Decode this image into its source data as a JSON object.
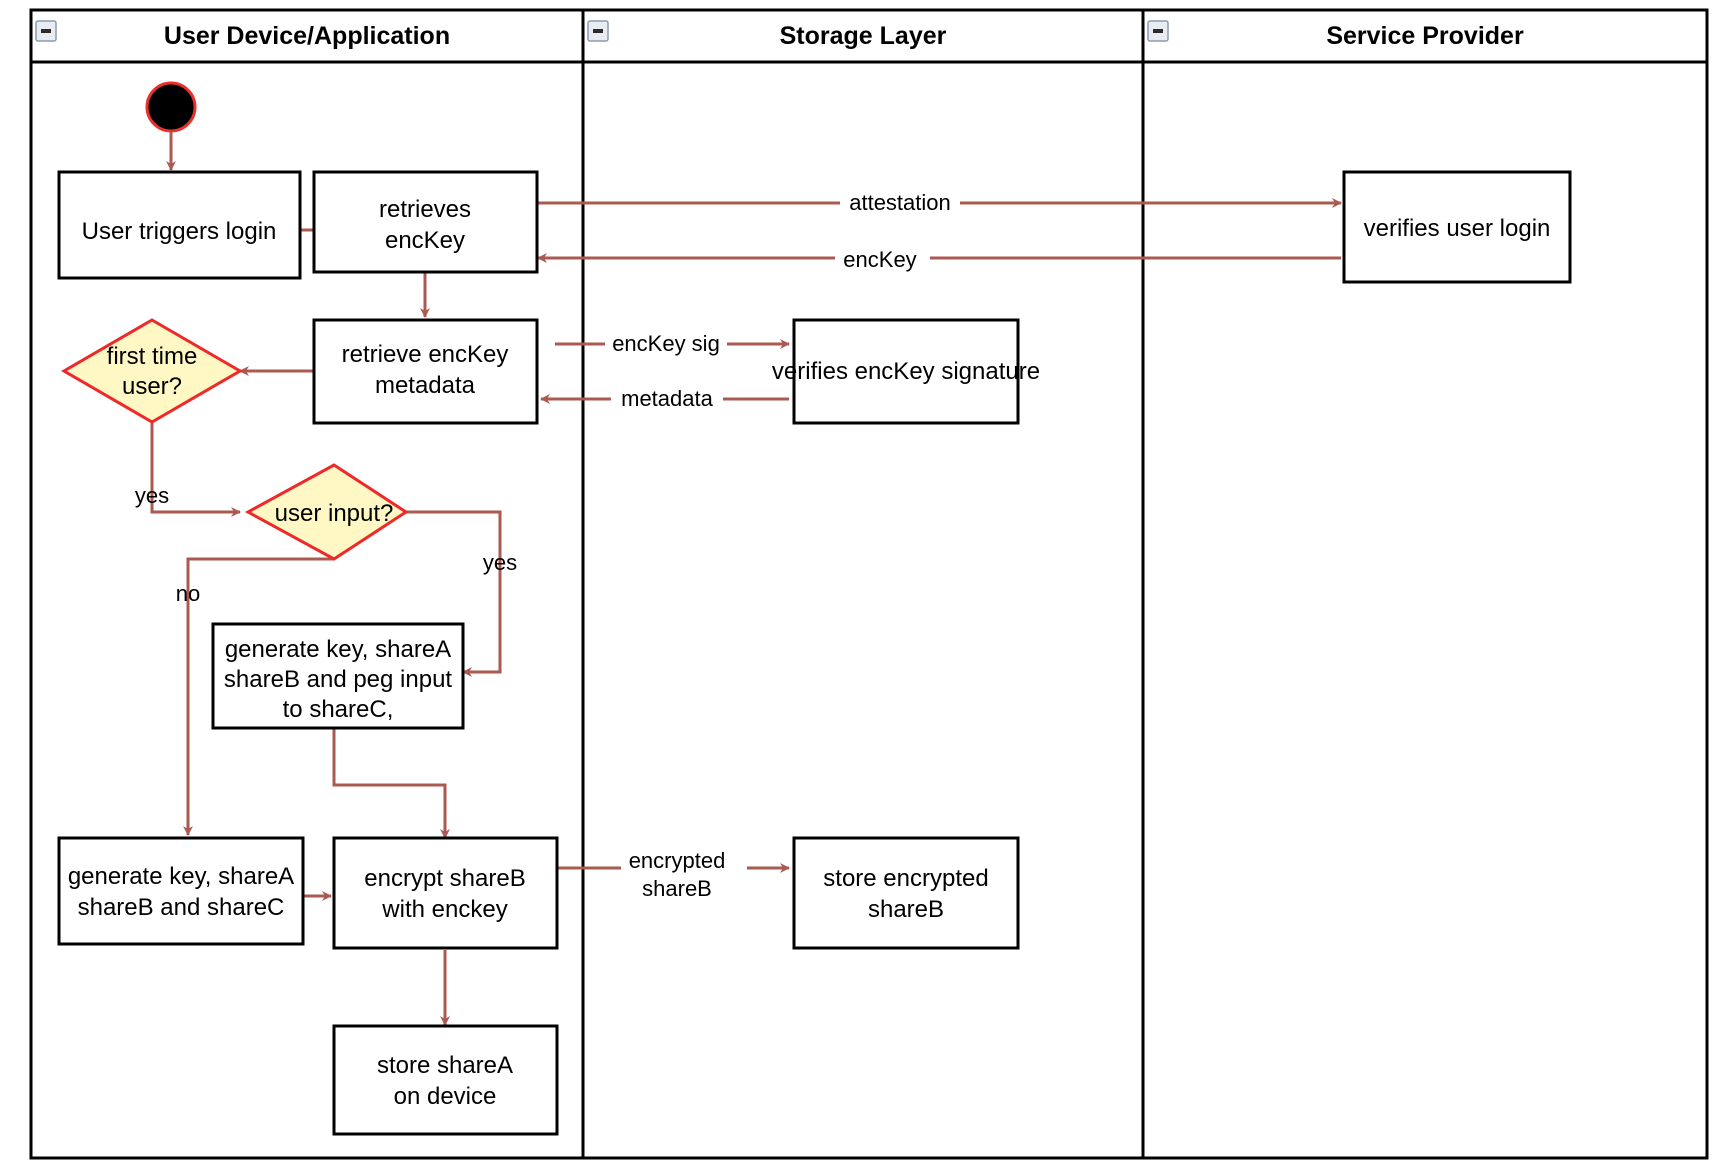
{
  "diagram": {
    "type": "swimlane-activity-diagram",
    "title": "Login and key share provisioning flow",
    "colors": {
      "flow_arrow": "#ab5a52",
      "decision_fill": "#fff8c4",
      "decision_stroke": "#ef2929",
      "node_fill": "#ffffff",
      "node_stroke": "#000000",
      "start_fill": "#000000",
      "start_stroke": "#e8312a",
      "lane_border": "#000000",
      "background": "#ffffff"
    }
  },
  "lanes": [
    {
      "id": "user-device",
      "title": "User Device/Application",
      "collapse_icon": "minus-icon"
    },
    {
      "id": "storage-layer",
      "title": "Storage Layer",
      "collapse_icon": "minus-icon"
    },
    {
      "id": "service-provider",
      "title": "Service Provider",
      "collapse_icon": "minus-icon"
    }
  ],
  "nodes": [
    {
      "id": "start",
      "lane": "user-device",
      "shape": "initial-node",
      "label": ""
    },
    {
      "id": "user-triggers-login",
      "lane": "user-device",
      "shape": "activity",
      "lines": [
        "User triggers login"
      ]
    },
    {
      "id": "retrieves-enckey",
      "lane": "user-device",
      "shape": "activity",
      "lines": [
        "retrieves",
        "encKey"
      ]
    },
    {
      "id": "retrieve-enckey-metadata",
      "lane": "user-device",
      "shape": "activity",
      "lines": [
        "retrieve encKey",
        "metadata"
      ]
    },
    {
      "id": "first-time-user",
      "lane": "user-device",
      "shape": "decision",
      "lines": [
        "first time",
        "user?"
      ]
    },
    {
      "id": "user-input",
      "lane": "user-device",
      "shape": "decision",
      "lines": [
        "user input?"
      ]
    },
    {
      "id": "generate-peg",
      "lane": "user-device",
      "shape": "activity",
      "lines": [
        "generate key, shareA",
        "shareB and peg input",
        "to shareC,"
      ]
    },
    {
      "id": "generate-shares",
      "lane": "user-device",
      "shape": "activity",
      "lines": [
        "generate key, shareA",
        "shareB and shareC"
      ]
    },
    {
      "id": "encrypt-shareb",
      "lane": "user-device",
      "shape": "activity",
      "lines": [
        "encrypt shareB",
        "with enckey"
      ]
    },
    {
      "id": "store-sharea",
      "lane": "user-device",
      "shape": "activity",
      "lines": [
        "store shareA",
        "on device"
      ]
    },
    {
      "id": "verifies-enckey-signature",
      "lane": "storage-layer",
      "shape": "activity",
      "lines": [
        "verifies encKey signature"
      ]
    },
    {
      "id": "store-encrypted-shareb",
      "lane": "storage-layer",
      "shape": "activity",
      "lines": [
        "store encrypted",
        "shareB"
      ]
    },
    {
      "id": "verifies-user-login",
      "lane": "service-provider",
      "shape": "activity",
      "lines": [
        "verifies user login"
      ]
    }
  ],
  "edges": [
    {
      "id": "e-start-login",
      "from": "start",
      "to": "user-triggers-login",
      "label": ""
    },
    {
      "id": "e-login-retrieves",
      "from": "user-triggers-login",
      "to": "retrieves-enckey",
      "label": ""
    },
    {
      "id": "e-attestation",
      "from": "retrieves-enckey",
      "to": "verifies-user-login",
      "label": "attestation"
    },
    {
      "id": "e-enckey",
      "from": "verifies-user-login",
      "to": "retrieves-enckey",
      "label": "encKey"
    },
    {
      "id": "e-retrieves-metadata",
      "from": "retrieves-enckey",
      "to": "retrieve-enckey-metadata",
      "label": ""
    },
    {
      "id": "e-enckey-sig",
      "from": "retrieve-enckey-metadata",
      "to": "verifies-enckey-signature",
      "label": "encKey sig"
    },
    {
      "id": "e-metadata",
      "from": "verifies-enckey-signature",
      "to": "retrieve-enckey-metadata",
      "label": "metadata"
    },
    {
      "id": "e-metadata-firsttime",
      "from": "retrieve-enckey-metadata",
      "to": "first-time-user",
      "label": ""
    },
    {
      "id": "e-firsttime-yes",
      "from": "first-time-user",
      "to": "user-input",
      "label": "yes"
    },
    {
      "id": "e-userinput-no",
      "from": "user-input",
      "to": "generate-shares",
      "label": "no"
    },
    {
      "id": "e-userinput-yes",
      "from": "user-input",
      "to": "generate-peg",
      "label": "yes"
    },
    {
      "id": "e-peg-encrypt",
      "from": "generate-peg",
      "to": "encrypt-shareb",
      "label": ""
    },
    {
      "id": "e-shares-encrypt",
      "from": "generate-shares",
      "to": "encrypt-shareb",
      "label": ""
    },
    {
      "id": "e-encrypted-shareb",
      "from": "encrypt-shareb",
      "to": "store-encrypted-shareb",
      "lines": [
        "encrypted",
        "shareB"
      ]
    },
    {
      "id": "e-encrypt-store-sharea",
      "from": "encrypt-shareb",
      "to": "store-sharea",
      "label": ""
    }
  ],
  "labels": {
    "attestation": "attestation",
    "enckey": "encKey",
    "enckey_sig": "encKey sig",
    "metadata": "metadata",
    "yes_first": "yes",
    "yes_input": "yes",
    "no_input": "no",
    "encrypted_1": "encrypted",
    "encrypted_2": "shareB"
  },
  "node_text": {
    "user_triggers_login": "User triggers login",
    "retrieves_1": "retrieves",
    "retrieves_2": "encKey",
    "metadata_1": "retrieve encKey",
    "metadata_2": "metadata",
    "first_time_1": "first time",
    "first_time_2": "user?",
    "user_input": "user input?",
    "peg_1": "generate key, shareA",
    "peg_2": "shareB and peg input",
    "peg_3": "to shareC,",
    "shares_1": "generate key, shareA",
    "shares_2": "shareB and shareC",
    "encrypt_1": "encrypt shareB",
    "encrypt_2": "with enckey",
    "store_sharea_1": "store shareA",
    "store_sharea_2": "on device",
    "verifies_sig": "verifies encKey signature",
    "store_enc_1": "store encrypted",
    "store_enc_2": "shareB",
    "verifies_login": "verifies user login"
  }
}
